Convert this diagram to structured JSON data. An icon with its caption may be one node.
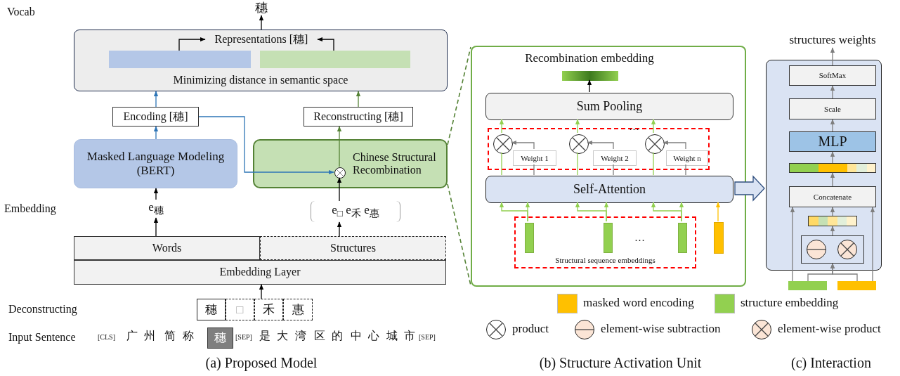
{
  "diagram": {
    "nodes": [
      {
        "text": [
          "穗"
        ]
      },
      {
        "text": [
          "Minimizing distance in semantic space"
        ]
      },
      {
        "text": [
          "Encoding [穗]"
        ]
      },
      {
        "text": [
          "Reconstructing [穗]"
        ]
      },
      {
        "text": [
          "Masked Language Modeling (BERT)"
        ]
      },
      {
        "text": [
          "Chinese Structural Recombination"
        ]
      },
      {
        "text": [],
        "shape": "circle",
        "in": 5
      },
      {
        "text": [
          "e$_{穗}$"
        ]
      },
      {
        "text": [
          "e$_{□}$ e$_{禾}$ e$_{惠}$"
        ]
      },
      {
        "text": [
          "Words"
        ]
      },
      {
        "text": [
          "Structures"
        ]
      },
      {
        "text": [
          "Embedding Layer"
        ]
      },
      {
        "text": [
          "穗"
        ]
      },
      {
        "text": [
          "□"
        ]
      },
      {
        "text": [
          "禾"
        ]
      },
      {
        "text": [
          "惠"
        ]
      },
      {
        "text": [
          "穗"
        ]
      },
      {
        "text": [],
        "shape": "box"
      },
      {
        "text": [],
        "shape": "bar",
        "in": 17,
        "beside": [
          "Recombination embedding"
        ]
      },
      {
        "text": [
          "Sum Pooling"
        ],
        "in": 17
      },
      {
        "text": [],
        "shape": "box",
        "in": 17
      },
      {
        "text": [],
        "shape": "circle",
        "in": 20
      },
      {
        "text": [],
        "shape": "circle",
        "in": 20
      },
      {
        "text": [],
        "shape": "circle",
        "in": 20
      },
      {
        "text": [
          "Weight 1"
        ],
        "in": 20
      },
      {
        "text": [
          "Weight 2"
        ],
        "in": 20
      },
      {
        "text": [
          "Weight n"
        ],
        "in": 20
      },
      {
        "text": [
          "Self-Attention"
        ],
        "in": 17
      },
      {
        "text": [
          "Structural sequence embeddings"
        ],
        "in": 17
      },
      {
        "text": [],
        "shape": "bar",
        "in": 28
      },
      {
        "text": [],
        "shape": "bar",
        "in": 28
      },
      {
        "text": [],
        "shape": "bar",
        "in": 28
      },
      {
        "text": [],
        "shape": "bar",
        "in": 17
      },
      {
        "text": [
          "structures weights"
        ]
      },
      {
        "text": [],
        "shape": "box"
      },
      {
        "text": [
          "SoftMax"
        ],
        "in": 34
      },
      {
        "text": [
          "Scale"
        ],
        "in": 34
      },
      {
        "text": [
          "MLP"
        ],
        "in": 34
      },
      {
        "text": [],
        "shape": "bar",
        "in": 34
      },
      {
        "text": [
          "Concatenate"
        ],
        "in": 34
      },
      {
        "text": [],
        "shape": "bar",
        "in": 34
      },
      {
        "text": [],
        "shape": "box",
        "in": 34
      },
      {
        "text": [],
        "shape": "circle",
        "in": 41
      },
      {
        "text": [],
        "shape": "circle",
        "in": 41
      },
      {
        "text": [],
        "shape": "bar"
      },
      {
        "text": [],
        "shape": "bar"
      },
      {
        "text": [],
        "shape": "bar",
        "in": 1
      },
      {
        "text": [],
        "shape": "bar",
        "in": 1
      },
      {
        "text": [
          "Representations [穗]"
        ],
        "in": 1
      }
    ],
    "edges": [
      {
        "from": 1,
        "to": 0,
        "arrow": "to",
        "color": "#000000"
      },
      {
        "from": 2,
        "to": 1,
        "arrow": "to",
        "color": "#2e75b6"
      },
      {
        "from": 4,
        "to": 2,
        "arrow": "to",
        "color": "#2e75b6"
      },
      {
        "from": 2,
        "to": 6,
        "arrow": "to",
        "color": "#2e75b6"
      },
      {
        "from": 3,
        "to": 1,
        "arrow": "to",
        "color": "#548235"
      },
      {
        "from": 6,
        "to": 3,
        "arrow": "to",
        "color": "#548235"
      },
      {
        "from": 8,
        "to": 6,
        "arrow": "to",
        "color": "#000000"
      },
      {
        "from": 7,
        "to": 4,
        "arrow": "to",
        "color": "#000000"
      },
      {
        "from": 9,
        "to": 7,
        "arrow": "to",
        "color": "#000000"
      },
      {
        "from": 10,
        "to": 8,
        "arrow": "to",
        "color": "#000000"
      },
      {
        "from": 14,
        "to": 11,
        "arrow": "to",
        "color": "#000000"
      },
      {
        "from": 5,
        "to": 17,
        "arrow": "none",
        "style": "dashed",
        "color": "#548235"
      },
      {
        "from": 5,
        "to": 17,
        "arrow": "none",
        "style": "dashed",
        "color": "#548235"
      },
      {
        "from": 19,
        "to": 18,
        "arrow": "to",
        "color": "#000000"
      },
      {
        "from": 21,
        "to": 19,
        "arrow": "to",
        "color": "#92d050"
      },
      {
        "from": 22,
        "to": 19,
        "arrow": "to",
        "color": "#92d050"
      },
      {
        "from": 23,
        "to": 19,
        "arrow": "to",
        "color": "#92d050"
      },
      {
        "from": 27,
        "to": 21,
        "arrow": "none",
        "color": "#92d050"
      },
      {
        "from": 27,
        "to": 22,
        "arrow": "none",
        "color": "#92d050"
      },
      {
        "from": 27,
        "to": 23,
        "arrow": "none",
        "color": "#92d050"
      },
      {
        "from": 27,
        "to": 24,
        "arrow": "none",
        "color": "#7f7f7f"
      },
      {
        "from": 27,
        "to": 25,
        "arrow": "none",
        "color": "#7f7f7f"
      },
      {
        "from": 27,
        "to": 26,
        "arrow": "none",
        "color": "#7f7f7f"
      },
      {
        "from": 24,
        "to": 21,
        "arrow": "to",
        "color": "#7f7f7f"
      },
      {
        "from": 25,
        "to": 22,
        "arrow": "to",
        "color": "#7f7f7f"
      },
      {
        "from": 26,
        "to": 23,
        "arrow": "to",
        "color": "#7f7f7f"
      },
      {
        "from": 29,
        "to": 27,
        "arrow": "to",
        "color": "#92d050"
      },
      {
        "from": 29,
        "to": 27,
        "arrow": "to",
        "color": "#92d050"
      },
      {
        "from": 30,
        "to": 27,
        "arrow": "to",
        "color": "#92d050"
      },
      {
        "from": 30,
        "to": 27,
        "arrow": "to",
        "color": "#92d050"
      },
      {
        "from": 31,
        "to": 27,
        "arrow": "to",
        "color": "#92d050"
      },
      {
        "from": 31,
        "to": 27,
        "arrow": "to",
        "color": "#92d050"
      },
      {
        "from": 32,
        "to": 27,
        "arrow": "to",
        "color": "#ffc000"
      },
      {
        "from": 27,
        "to": 34,
        "arrow": "to",
        "style": "thick"
      },
      {
        "from": 35,
        "to": 33,
        "arrow": "to",
        "color": "#7f7f7f"
      },
      {
        "from": 36,
        "to": 35,
        "arrow": "to",
        "color": "#7f7f7f"
      },
      {
        "from": 37,
        "to": 36,
        "arrow": "to",
        "color": "#7f7f7f"
      },
      {
        "from": 38,
        "to": 37,
        "arrow": "to",
        "color": "#7f7f7f"
      },
      {
        "from": 39,
        "to": 38,
        "arrow": "to",
        "color": "#7f7f7f"
      },
      {
        "from": 40,
        "to": 39,
        "arrow": "to",
        "color": "#7f7f7f"
      },
      {
        "from": 41,
        "to": 40,
        "arrow": "to",
        "color": "#7f7f7f"
      },
      {
        "from": 44,
        "to": 41,
        "arrow": "to",
        "color": "#7f7f7f"
      },
      {
        "from": 45,
        "to": 41,
        "arrow": "to",
        "color": "#7f7f7f"
      },
      {
        "from": 44,
        "to": 39,
        "arrow": "to",
        "color": "#7f7f7f"
      },
      {
        "from": 45,
        "to": 39,
        "arrow": "to",
        "color": "#7f7f7f"
      },
      {
        "from": 46,
        "to": 48,
        "arrow": "to",
        "color": "#000000"
      },
      {
        "from": 47,
        "to": 48,
        "arrow": "to",
        "color": "#000000"
      }
    ],
    "labels": [
      "Vocab",
      "Embedding",
      "Deconstructing",
      "Input Sentence",
      "[CLS]",
      "广",
      "州",
      "简",
      "称",
      "[SEP]",
      "是",
      "大",
      "湾",
      "区",
      "的",
      "中",
      "心",
      "城",
      "市",
      "[SEP]",
      "…",
      "…",
      "(a) Proposed Model",
      "(b) Structure Activation Unit",
      "(c) Interaction"
    ],
    "legend": [
      {
        "text": "masked word encoding",
        "color": "#ffc000"
      },
      {
        "text": "structure embedding",
        "color": "#92d050"
      },
      {
        "text": "product"
      },
      {
        "text": "element-wise subtraction"
      },
      {
        "text": "element-wise product"
      }
    ]
  }
}
